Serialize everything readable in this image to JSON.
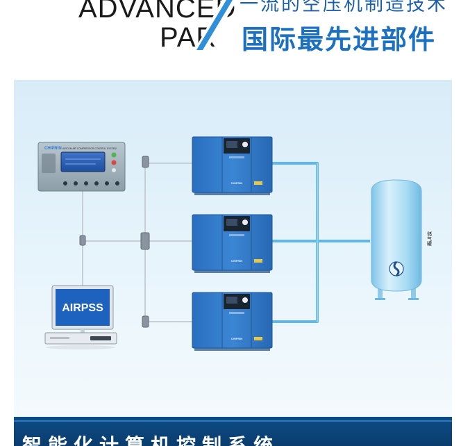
{
  "header": {
    "english_line1": "ADVANCED",
    "english_line2": "PAR",
    "chinese_line1": "一流的空压机制造技术",
    "chinese_line2": "国际最先进部件"
  },
  "diagram": {
    "controller_logo": "CHIPRIN",
    "controller_title": "AIRCOM AIR COMPRESSOR CONTROL SYSTEM",
    "computer_label": "AIRPSS",
    "compressor_brand": "CHIPRIN",
    "compressor_count": 3,
    "tank_label": "储气罐",
    "colors": {
      "background_top": "#d8ecf8",
      "background_bottom": "#f2f9fd",
      "compressor_blue": "#2f78c8",
      "pipe": "#5fb8e8",
      "tank": "#9bd2ef",
      "cable": "#c8cfd6"
    }
  },
  "footer": {
    "title": "智能化计算机控制系统"
  }
}
